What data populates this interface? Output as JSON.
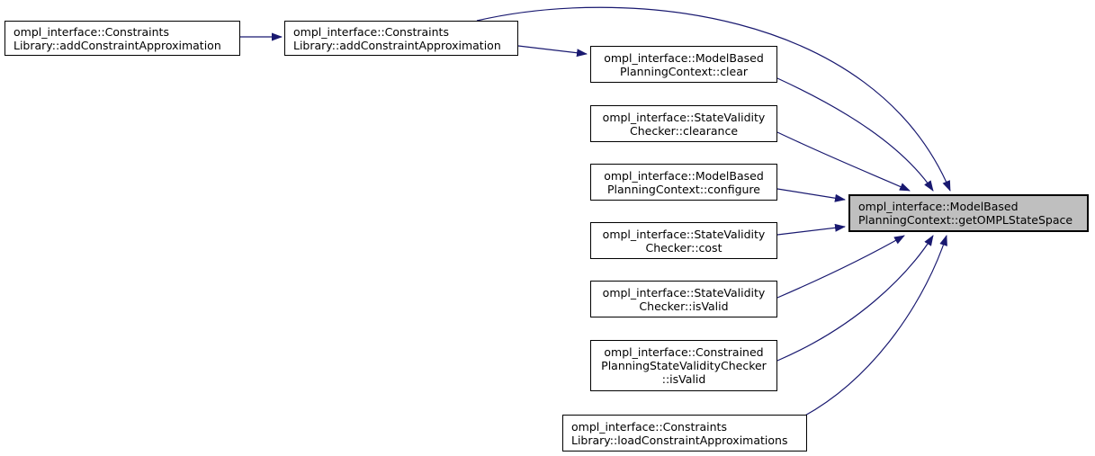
{
  "diagram": {
    "kind": "call-graph",
    "colors": {
      "background": "#ffffff",
      "edge": "#191970",
      "node_border": "#000000",
      "node_fill": "#ffffff",
      "highlight_fill": "#bfbfbf",
      "text": "#000000"
    },
    "nodes": [
      {
        "id": "n1",
        "highlighted": false,
        "label_lines": [
          "ompl_interface::Constraints",
          "Library::addConstraintApproximation"
        ]
      },
      {
        "id": "n2",
        "highlighted": false,
        "label_lines": [
          "ompl_interface::Constraints",
          "Library::addConstraintApproximation"
        ]
      },
      {
        "id": "n3",
        "highlighted": false,
        "label_lines": [
          "ompl_interface::ModelBased",
          "PlanningContext::clear"
        ]
      },
      {
        "id": "n4",
        "highlighted": false,
        "label_lines": [
          "ompl_interface::StateValidity",
          "Checker::clearance"
        ]
      },
      {
        "id": "n5",
        "highlighted": false,
        "label_lines": [
          "ompl_interface::ModelBased",
          "PlanningContext::configure"
        ]
      },
      {
        "id": "n6",
        "highlighted": false,
        "label_lines": [
          "ompl_interface::StateValidity",
          "Checker::cost"
        ]
      },
      {
        "id": "n7",
        "highlighted": false,
        "label_lines": [
          "ompl_interface::StateValidity",
          "Checker::isValid"
        ]
      },
      {
        "id": "n8",
        "highlighted": false,
        "label_lines": [
          "ompl_interface::Constrained",
          "PlanningStateValidityChecker",
          "::isValid"
        ]
      },
      {
        "id": "n9",
        "highlighted": false,
        "label_lines": [
          "ompl_interface::Constraints",
          "Library::loadConstraintApproximations"
        ]
      },
      {
        "id": "n10",
        "highlighted": true,
        "label_lines": [
          "ompl_interface::ModelBased",
          "PlanningContext::getOMPLStateSpace"
        ]
      }
    ],
    "edges": [
      {
        "from": "ompl_interface::ConstraintsLibrary::addConstraintApproximation",
        "to": "ompl_interface::ConstraintsLibrary::addConstraintApproximation"
      },
      {
        "from": "ompl_interface::ConstraintsLibrary::addConstraintApproximation",
        "to": "ompl_interface::ModelBasedPlanningContext::clear"
      },
      {
        "from": "ompl_interface::ConstraintsLibrary::addConstraintApproximation",
        "to": "ompl_interface::ModelBasedPlanningContext::getOMPLStateSpace"
      },
      {
        "from": "ompl_interface::ModelBasedPlanningContext::clear",
        "to": "ompl_interface::ModelBasedPlanningContext::getOMPLStateSpace"
      },
      {
        "from": "ompl_interface::StateValidityChecker::clearance",
        "to": "ompl_interface::ModelBasedPlanningContext::getOMPLStateSpace"
      },
      {
        "from": "ompl_interface::ModelBasedPlanningContext::configure",
        "to": "ompl_interface::ModelBasedPlanningContext::getOMPLStateSpace"
      },
      {
        "from": "ompl_interface::StateValidityChecker::cost",
        "to": "ompl_interface::ModelBasedPlanningContext::getOMPLStateSpace"
      },
      {
        "from": "ompl_interface::StateValidityChecker::isValid",
        "to": "ompl_interface::ModelBasedPlanningContext::getOMPLStateSpace"
      },
      {
        "from": "ompl_interface::ConstrainedPlanningStateValidityChecker::isValid",
        "to": "ompl_interface::ModelBasedPlanningContext::getOMPLStateSpace"
      },
      {
        "from": "ompl_interface::ConstraintsLibrary::loadConstraintApproximations",
        "to": "ompl_interface::ModelBasedPlanningContext::getOMPLStateSpace"
      }
    ]
  }
}
